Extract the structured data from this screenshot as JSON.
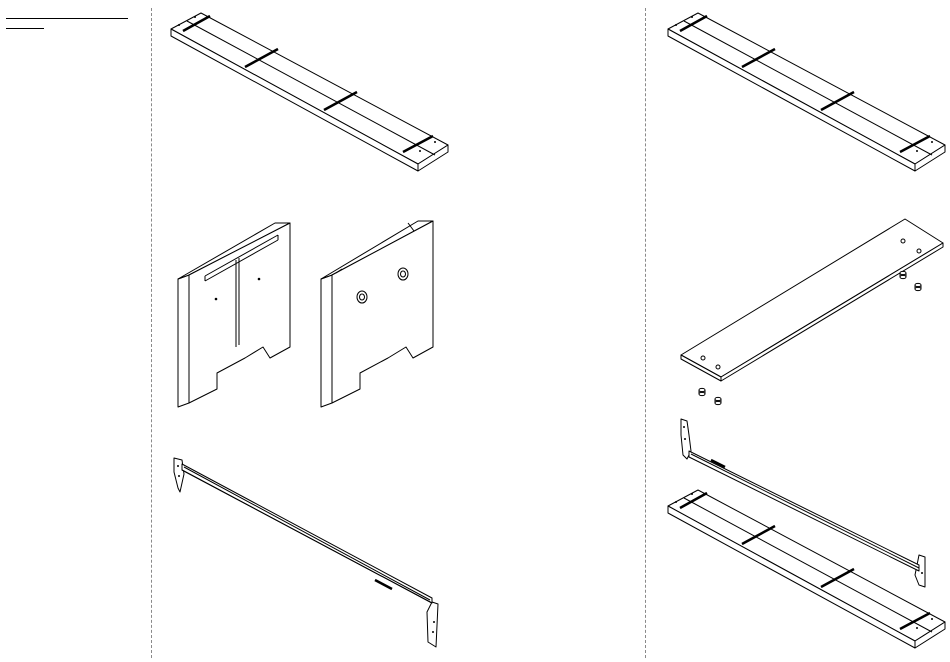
{
  "page": {
    "background": "#ffffff",
    "line_color": "#000000",
    "divider_color": "#8a8a8a"
  },
  "header": {
    "title_rule_visible": true
  },
  "parts": [
    {
      "id": "long-panel-top-left",
      "icon": "long-board-with-slots"
    },
    {
      "id": "side-panel-with-rail",
      "icon": "end-panel-with-rail"
    },
    {
      "id": "side-panel-with-holes",
      "icon": "end-panel-with-cam-holes"
    },
    {
      "id": "metal-rail-left",
      "icon": "drawer-runner"
    },
    {
      "id": "long-panel-top-right",
      "icon": "long-board-with-slots"
    },
    {
      "id": "bottom-panel-with-feet",
      "icon": "base-panel-with-feet"
    },
    {
      "id": "metal-rail-right",
      "icon": "drawer-runner"
    },
    {
      "id": "long-panel-bottom-right",
      "icon": "long-board-with-slots"
    }
  ]
}
